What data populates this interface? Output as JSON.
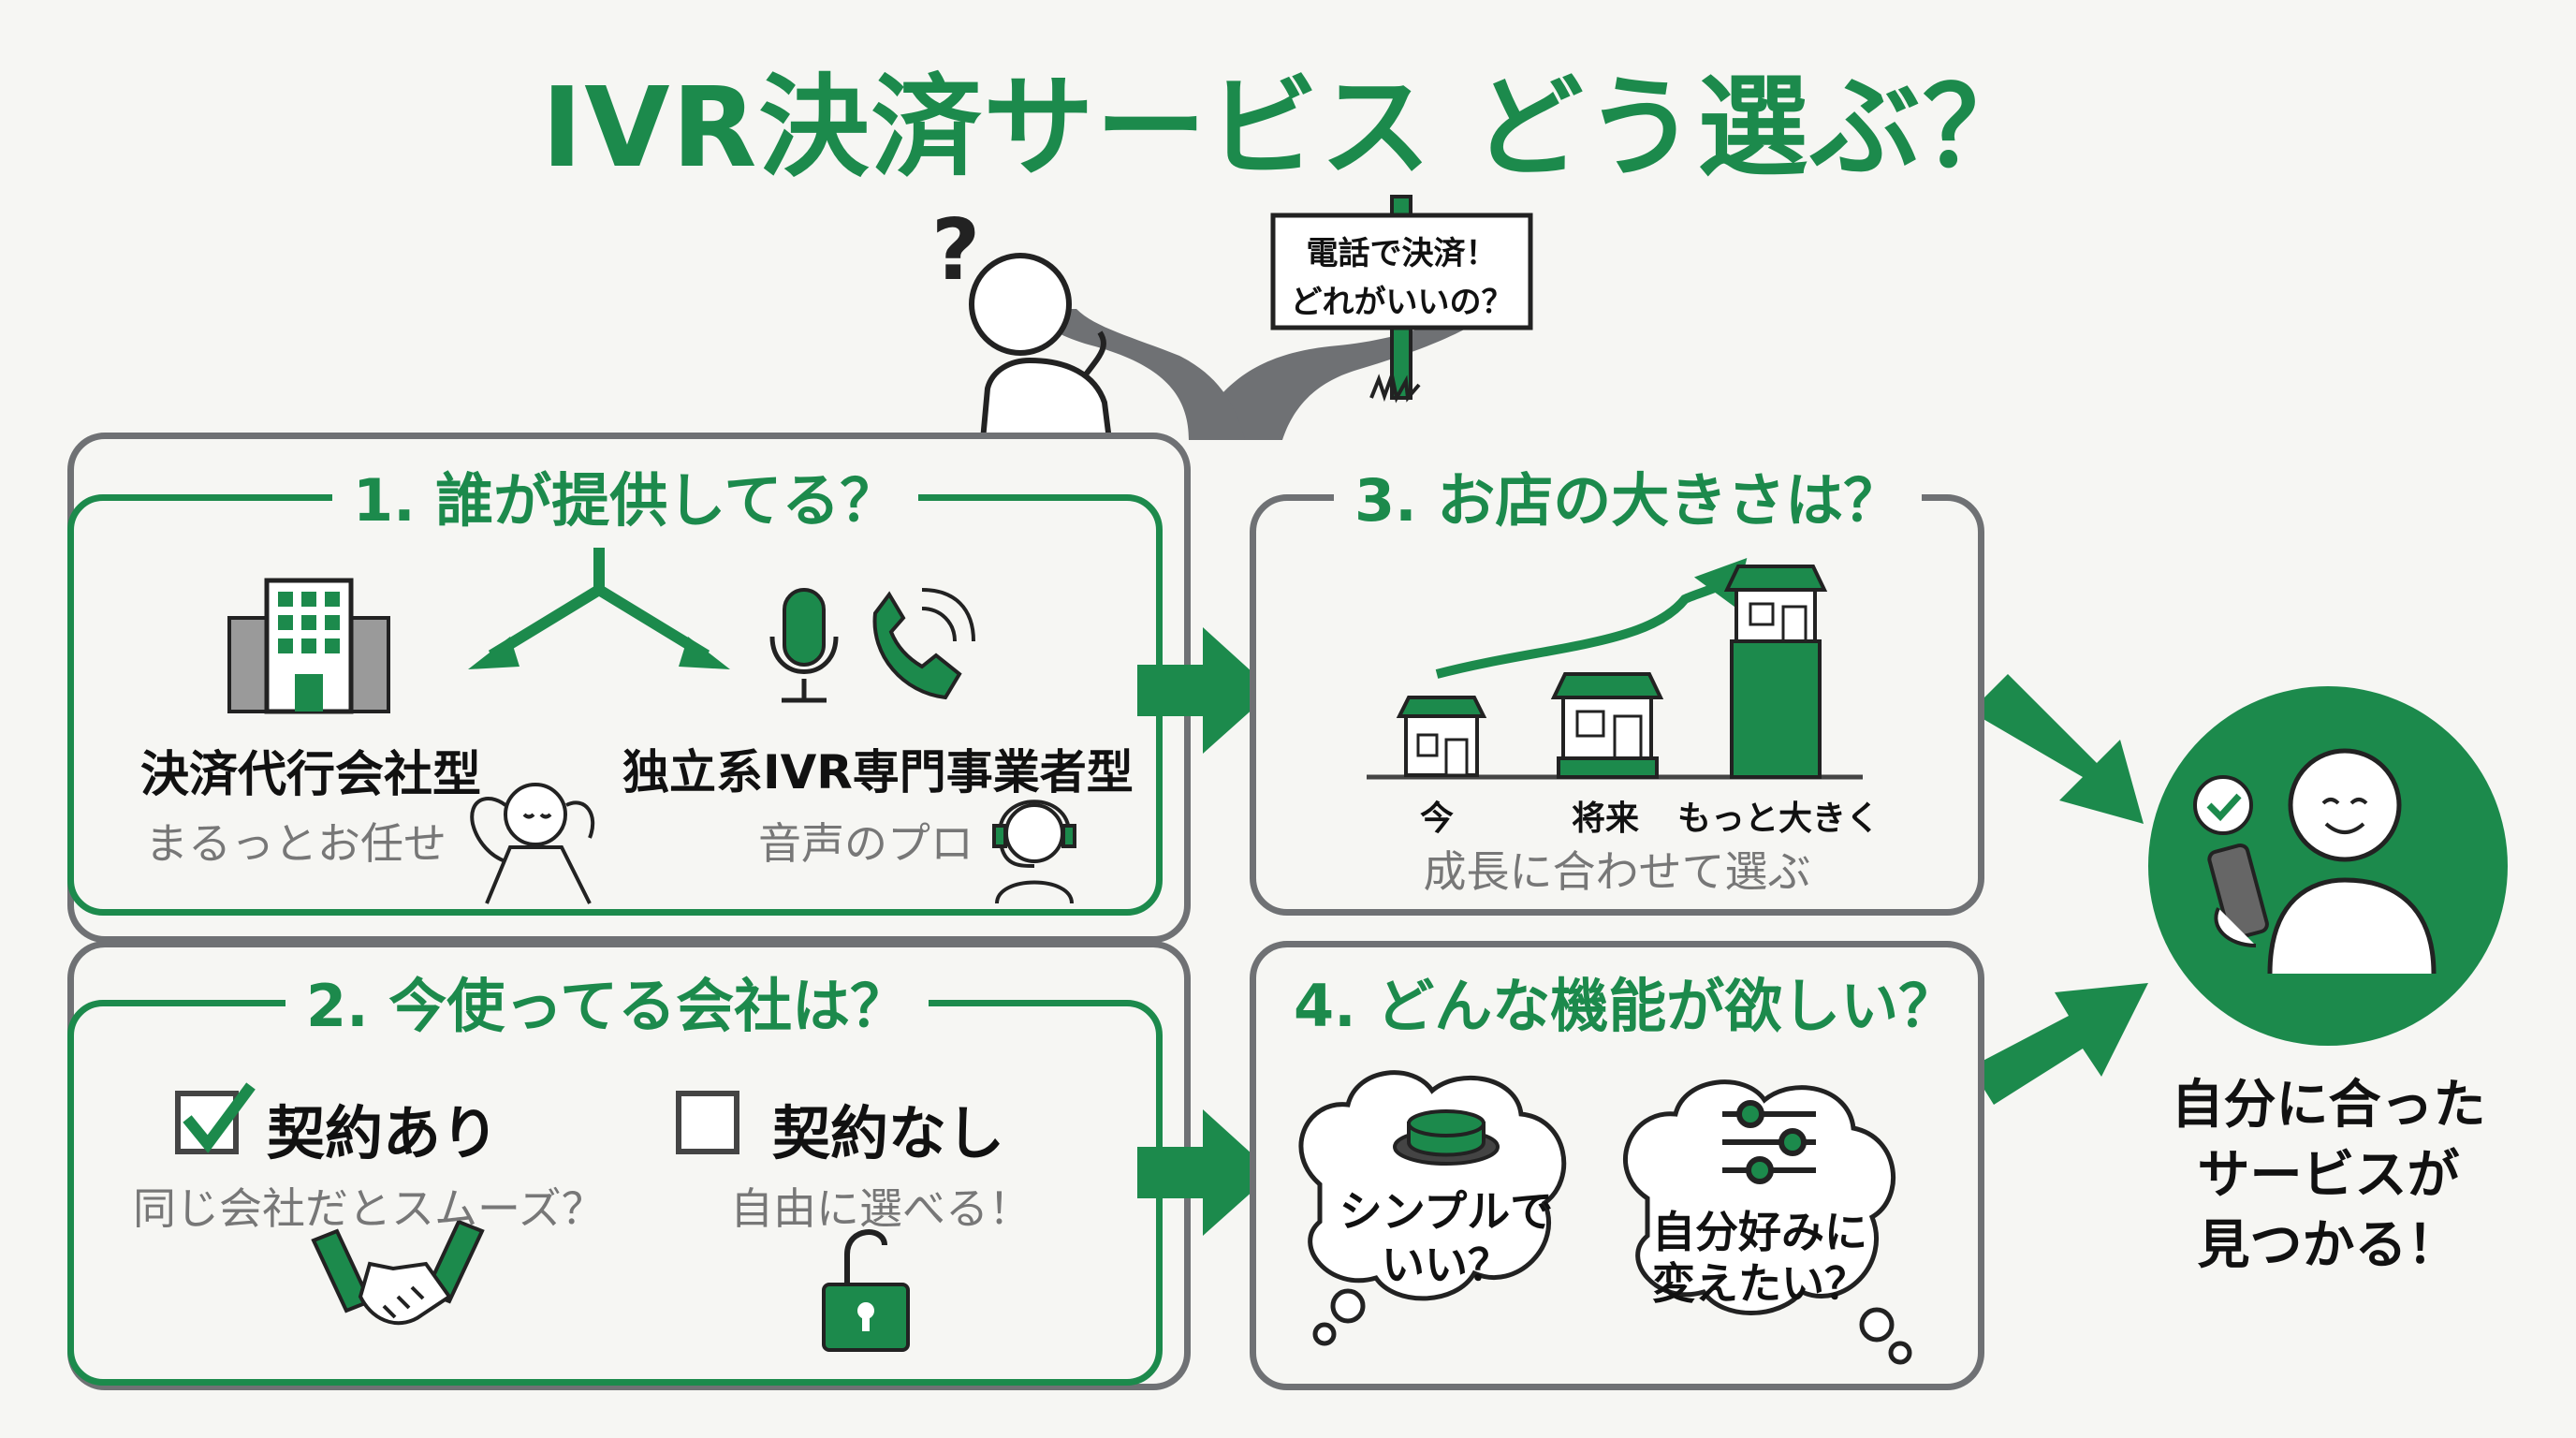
{
  "title": "IVR決済サービス どう選ぶ？",
  "sign": {
    "line1": "電話で決済！",
    "line2": "どれがいいの？"
  },
  "question_mark": "?",
  "section1": {
    "heading": "1. 誰が提供してる？",
    "left": {
      "label": "決済代行会社型",
      "sub": "まるっとお任せ"
    },
    "right": {
      "label": "独立系IVR専門事業者型",
      "sub": "音声のプロ"
    }
  },
  "section2": {
    "heading": "2. 今使ってる会社は？",
    "left": {
      "label": "契約あり",
      "sub": "同じ会社だとスムーズ？",
      "checked": true
    },
    "right": {
      "label": "契約なし",
      "sub": "自由に選べる！",
      "checked": false
    }
  },
  "section3": {
    "heading": "3. お店の大きさは？",
    "stages": [
      "今",
      "将来",
      "もっと大きく"
    ],
    "caption": "成長に合わせて選ぶ"
  },
  "section4": {
    "heading": "4. どんな機能が欲しい？",
    "bubble1": {
      "line1": "シンプルで",
      "line2": "いい？"
    },
    "bubble2": {
      "line1": "自分好みに",
      "line2": "変えたい？"
    }
  },
  "result": {
    "line1": "自分に合った",
    "line2": "サービスが",
    "line3": "見つかる！"
  },
  "colors": {
    "green": "#1c8a4c",
    "gray": "#6f7174",
    "background": "#f6f6f3"
  }
}
